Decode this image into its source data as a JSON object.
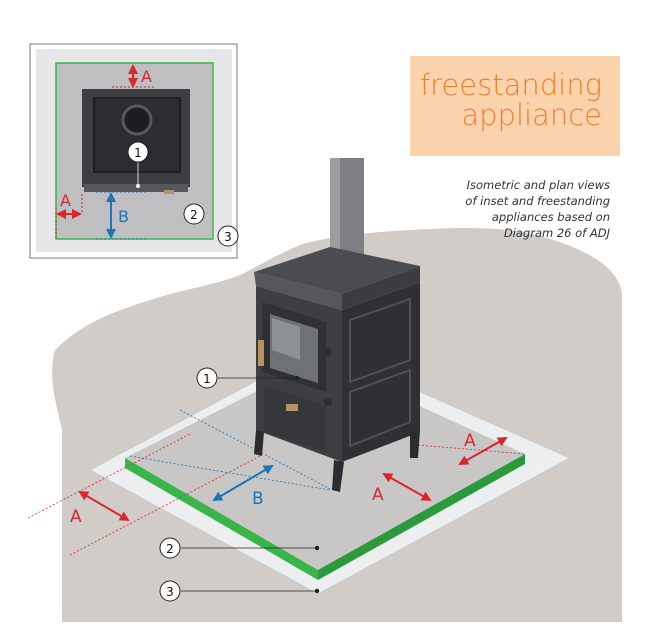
{
  "title": {
    "line1": "freestanding",
    "line2": "appliance"
  },
  "caption": {
    "line1": "Isometric and plan views",
    "line2": "of  inset and freestanding",
    "line3": "appliances based on",
    "line4": "Diagram 26 of ADJ"
  },
  "labels": {
    "clearance_a": "A",
    "clearance_b": "B",
    "callout_1": "1",
    "callout_2": "2",
    "callout_3": "3"
  },
  "colors": {
    "title_bg": "#fbd3ad",
    "title_text": "#ef7f2c",
    "floor": "#d2ccc8",
    "hearth_green": "#3ab54a",
    "dimension_red": "#d9262c",
    "dimension_blue": "#1b75bb",
    "stove": "#3c3e42"
  }
}
